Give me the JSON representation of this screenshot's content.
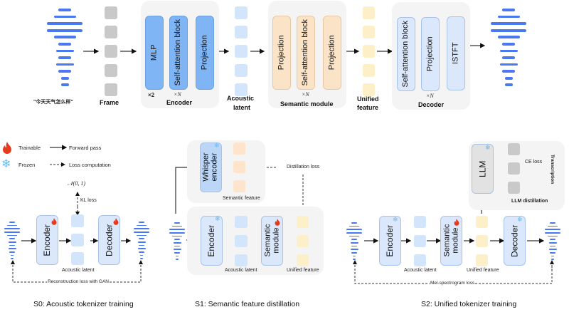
{
  "top": {
    "input_text": "\"今天天气怎么样\"",
    "frame_label": "Frame",
    "encoder": {
      "title": "Encoder",
      "blocks": [
        "MLP",
        "Self-attention block",
        "Projection"
      ],
      "multipliers": [
        "×2",
        "×N"
      ]
    },
    "acoustic_latent_label": [
      "Acoustic",
      "latent"
    ],
    "semantic_module": {
      "title": "Semantic module",
      "blocks": [
        "Projection",
        "Self-attention block",
        "Projection"
      ],
      "multiplier": "×N"
    },
    "unified_feature_label": [
      "Unified",
      "feature"
    ],
    "decoder": {
      "title": "Decoder",
      "blocks": [
        "Self-attention block",
        "Projection",
        "ISTFT"
      ],
      "multiplier": "×N"
    }
  },
  "legend": {
    "trainable": "Trainable",
    "frozen": "Frozen",
    "forward_pass": "Forward pass",
    "loss_computation": "Loss computation",
    "trainable_icon": "flame-icon",
    "frozen_icon": "snowflake-icon"
  },
  "s0": {
    "caption": "S0: Acoustic tokenizer training",
    "prior": "𝒩(0, 1)",
    "kl_loss": "KL loss",
    "encoder": "Encoder",
    "decoder": "Decoder",
    "acoustic_latent": "Acoustic latent",
    "recon_loss": "Reconstruction loss with GAN"
  },
  "s1": {
    "caption": "S1: Semantic feature distillation",
    "whisper_encoder": [
      "Whisper",
      "encoder"
    ],
    "semantic_feature": "Semantic feature",
    "distillation_loss": "Distillation loss",
    "encoder": "Encoder",
    "semantic_module": [
      "Semantic",
      "module"
    ],
    "acoustic_latent": "Acoustic latent",
    "unified_feature": "Unified feature"
  },
  "s2": {
    "caption": "S2: Unified tokenizer training",
    "llm": "LLM",
    "ce_loss": "CE loss",
    "transcription": "Transcription",
    "llm_distillation": "LLM distillation",
    "encoder": "Encoder",
    "semantic_module": [
      "Semantic",
      "module"
    ],
    "decoder": "Decoder",
    "acoustic_latent": "Acoustic latent",
    "unified_feature": "Unified feature",
    "mel_loss": "Mel-spectrogram loss"
  },
  "colors": {
    "encoder_blue": "#7fb4f5",
    "light_blue": "#dbe8fb",
    "peach": "#fbe3c7",
    "yellow": "#fdf0c8",
    "wave": "#4a78f0",
    "panel": "#f4f4f4",
    "flame": "#e53a1e",
    "snow": "#6bb8f0"
  }
}
